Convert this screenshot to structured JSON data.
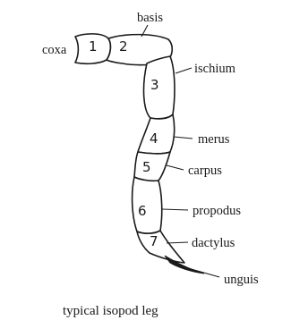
{
  "caption": "typical isopod leg",
  "segments": [
    {
      "number": "1",
      "name": "coxa"
    },
    {
      "number": "2",
      "name": "basis"
    },
    {
      "number": "3",
      "name": "ischium"
    },
    {
      "number": "4",
      "name": "merus"
    },
    {
      "number": "5",
      "name": "carpus"
    },
    {
      "number": "6",
      "name": "propodus"
    },
    {
      "number": "7",
      "name": "dactylus"
    }
  ],
  "claw": {
    "name": "unguis"
  }
}
